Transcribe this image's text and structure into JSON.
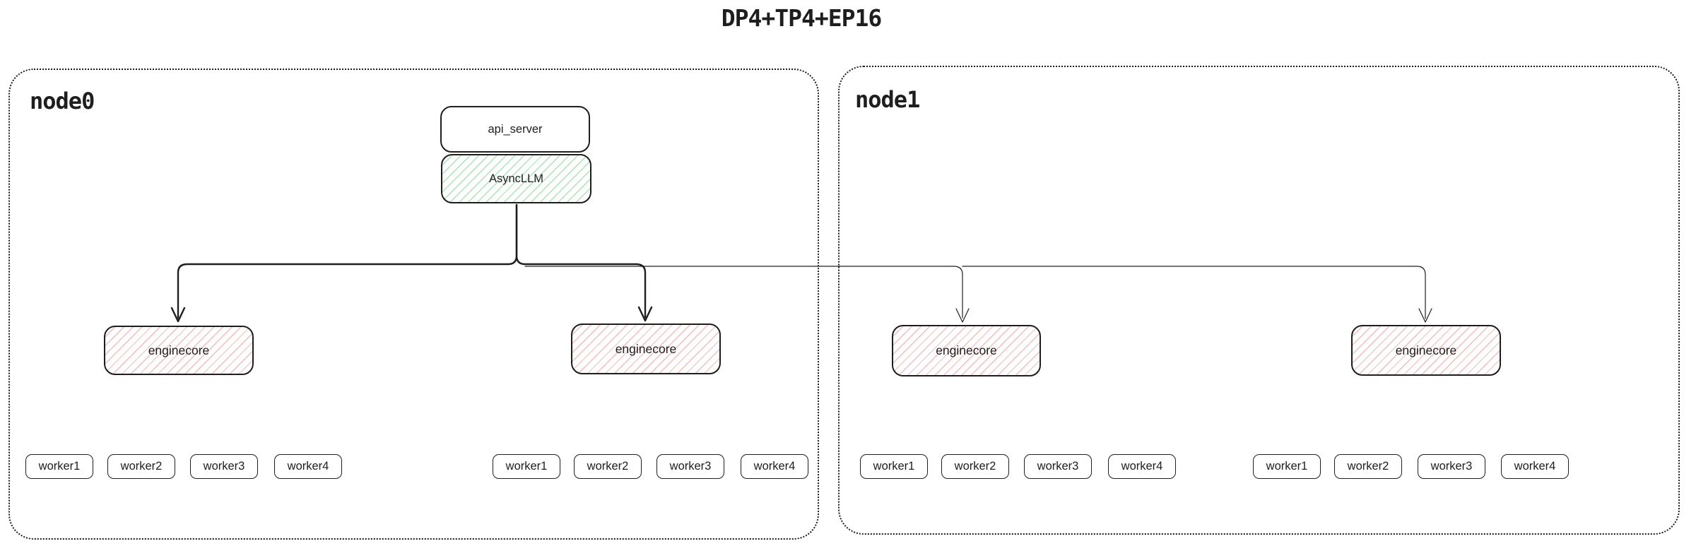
{
  "title": "DP4+TP4+EP16",
  "colors": {
    "stroke": "#1e1e1e",
    "green_hatch": "#a8e6b1",
    "red_hatch": "#f5bdba",
    "background": "#ffffff"
  },
  "nodes": [
    {
      "label": "node0",
      "api_server_label": "api_server",
      "async_llm_label": "AsyncLLM",
      "enginecores": [
        {
          "label": "enginecore",
          "workers": [
            "worker1",
            "worker2",
            "worker3",
            "worker4"
          ]
        },
        {
          "label": "enginecore",
          "workers": [
            "worker1",
            "worker2",
            "worker3",
            "worker4"
          ]
        }
      ]
    },
    {
      "label": "node1",
      "enginecores": [
        {
          "label": "enginecore",
          "workers": [
            "worker1",
            "worker2",
            "worker3",
            "worker4"
          ]
        },
        {
          "label": "enginecore",
          "workers": [
            "worker1",
            "worker2",
            "worker3",
            "worker4"
          ]
        }
      ]
    }
  ]
}
